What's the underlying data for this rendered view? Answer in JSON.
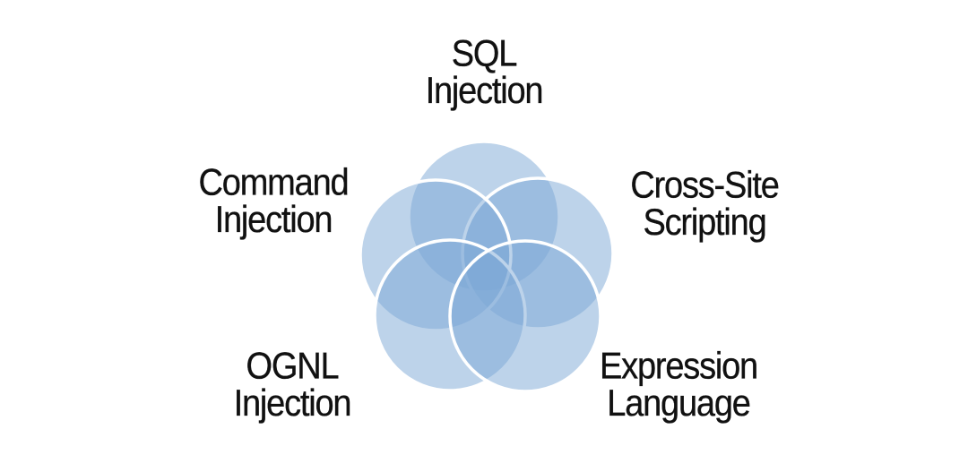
{
  "diagram": {
    "type": "venn-5-circles",
    "fill_color": "#7BA7D5",
    "fill_opacity": "0.5",
    "stroke_color": "#FFFFFF",
    "text_color": "#111111"
  },
  "labels": {
    "top": {
      "line1": "SQL",
      "line2": "Injection"
    },
    "left": {
      "line1": "Command",
      "line2": "Injection"
    },
    "right": {
      "line1": "Cross-Site",
      "line2": "Scripting"
    },
    "bottom_left": {
      "line1": "OGNL",
      "line2": "Injection"
    },
    "bottom_right": {
      "line1": "Expression",
      "line2": "Language"
    }
  }
}
